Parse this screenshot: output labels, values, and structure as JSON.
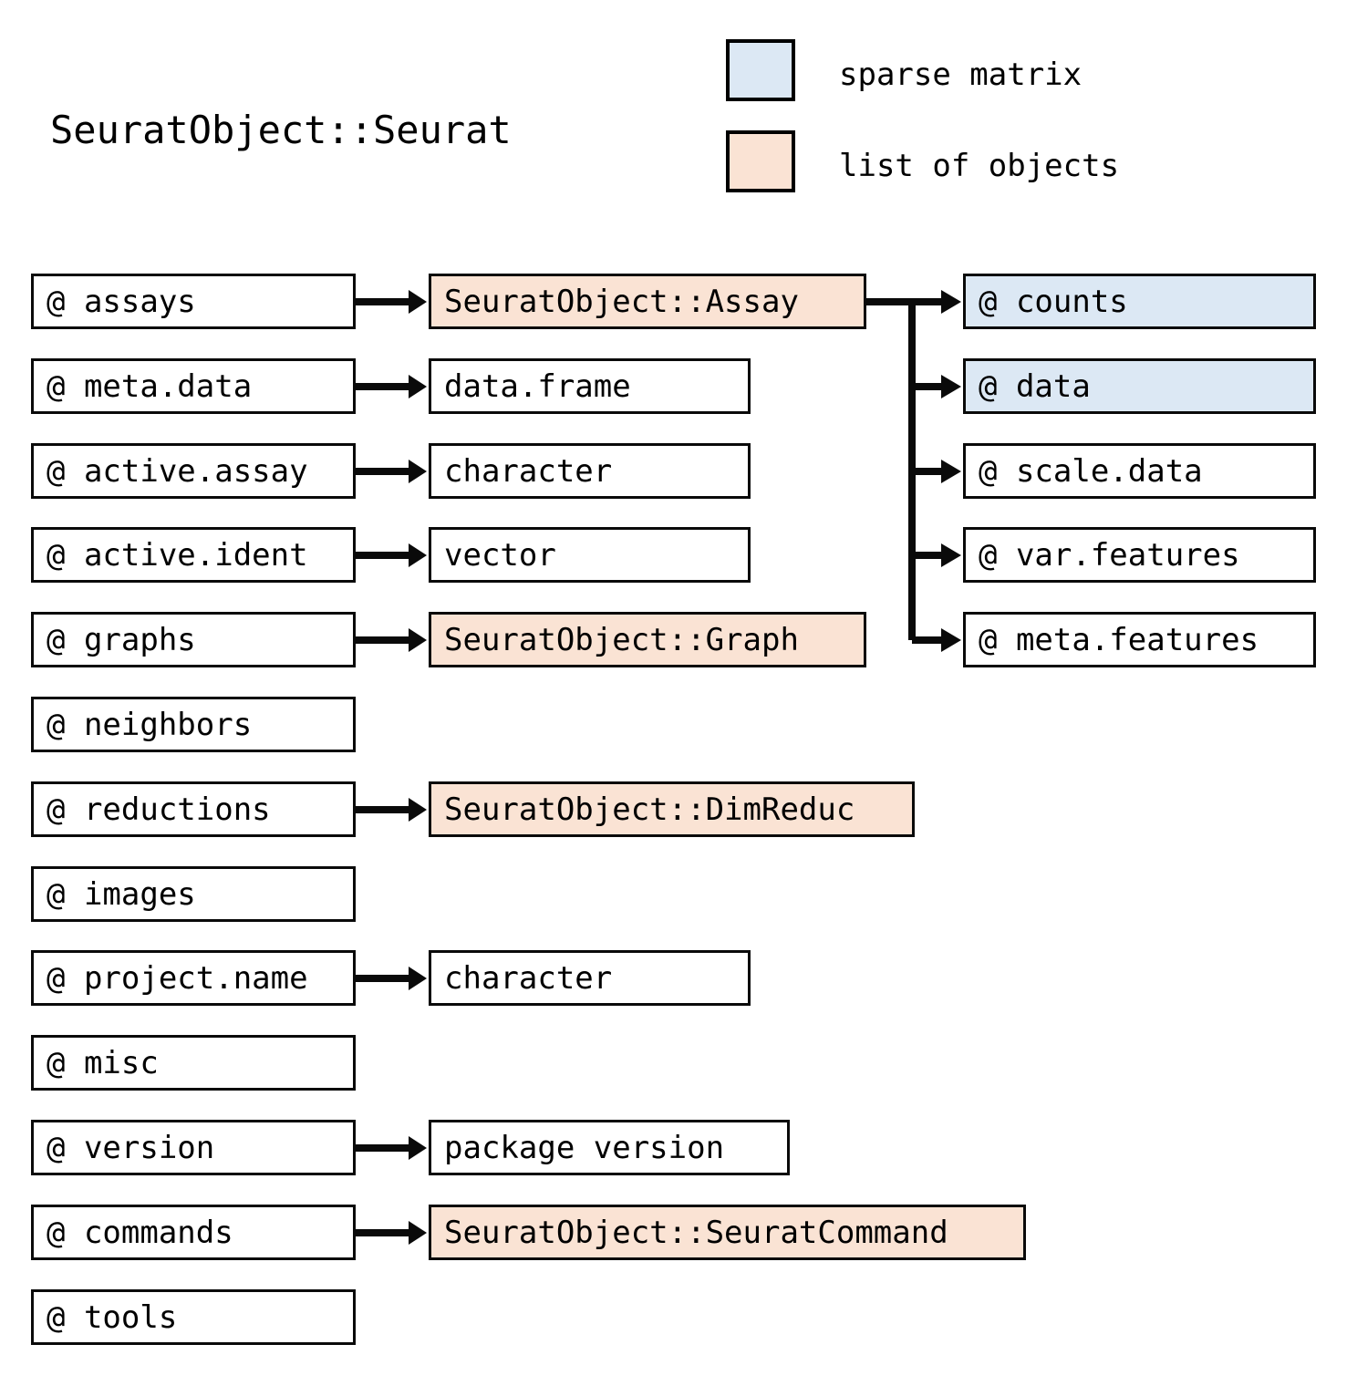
{
  "title": "SeuratObject::Seurat",
  "legend": {
    "items": [
      {
        "label": "sparse matrix",
        "color": "#dce8f4",
        "kind": "sparse"
      },
      {
        "label": "list of objects",
        "color": "#fae3d4",
        "kind": "list"
      }
    ]
  },
  "colors": {
    "sparse_matrix": "#dce8f4",
    "list_of_objects": "#fae3d4",
    "border": "#0a0a0a",
    "background": "#ffffff",
    "text": "#000000"
  },
  "slots": [
    {
      "name": "@ assays",
      "type": "SeuratObject::Assay",
      "type_kind": "list"
    },
    {
      "name": "@ meta.data",
      "type": "data.frame",
      "type_kind": "plain"
    },
    {
      "name": "@ active.assay",
      "type": "character",
      "type_kind": "plain"
    },
    {
      "name": "@ active.ident",
      "type": "vector",
      "type_kind": "plain"
    },
    {
      "name": "@ graphs",
      "type": "SeuratObject::Graph",
      "type_kind": "list"
    },
    {
      "name": "@ neighbors",
      "type": null,
      "type_kind": null
    },
    {
      "name": "@ reductions",
      "type": "SeuratObject::DimReduc",
      "type_kind": "list"
    },
    {
      "name": "@ images",
      "type": null,
      "type_kind": null
    },
    {
      "name": "@ project.name",
      "type": "character",
      "type_kind": "plain"
    },
    {
      "name": "@ misc",
      "type": null,
      "type_kind": null
    },
    {
      "name": "@ version",
      "type": "package version",
      "type_kind": "plain"
    },
    {
      "name": "@ commands",
      "type": "SeuratObject::SeuratCommand",
      "type_kind": "list"
    },
    {
      "name": "@ tools",
      "type": null,
      "type_kind": null
    }
  ],
  "assay_slots": [
    {
      "name": "@ counts",
      "kind": "sparse"
    },
    {
      "name": "@ data",
      "kind": "sparse"
    },
    {
      "name": "@ scale.data",
      "kind": "plain"
    },
    {
      "name": "@ var.features",
      "kind": "plain"
    },
    {
      "name": "@ meta.features",
      "kind": "plain"
    }
  ]
}
